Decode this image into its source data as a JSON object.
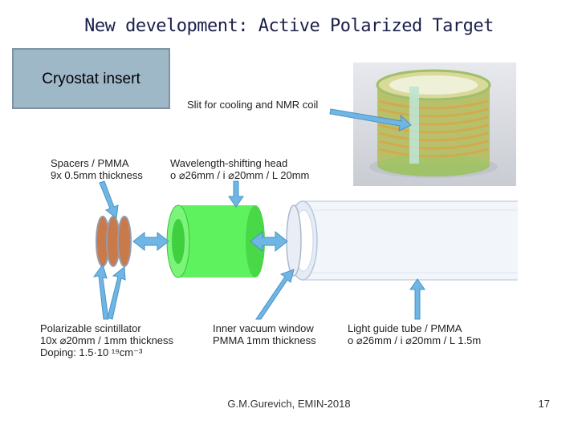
{
  "title": "New development: Active Polarized Target",
  "insert_label": "Cryostat insert",
  "labels": {
    "slit": "Slit for cooling and NMR coil",
    "spacers_1": "Spacers / PMMA",
    "spacers_2": "9x 0.5mm thickness",
    "head_1": "Wavelength-shifting head",
    "head_2": "o ⌀26mm / i ⌀20mm / L 20mm",
    "scint_1": "Polarizable scintillator",
    "scint_2": "10x ⌀20mm / 1mm thickness",
    "scint_3": "Doping: 1.5·10 ¹⁹cm⁻³",
    "window_1": "Inner vacuum window",
    "window_2": "PMMA 1mm thickness",
    "guide_1": "Light guide tube / PMMA",
    "guide_2": "o ⌀26mm / i ⌀20mm / L 1.5m"
  },
  "footer": "G.M.Gurevich, EMIN-2018",
  "page_number": "17",
  "colors": {
    "arrow": "#6fb6e4",
    "green_head": "#5ff25f",
    "disc_fill": "#c87a4a",
    "insert_box": "#9fb8c8",
    "photo_gold": "#c4b45c"
  }
}
